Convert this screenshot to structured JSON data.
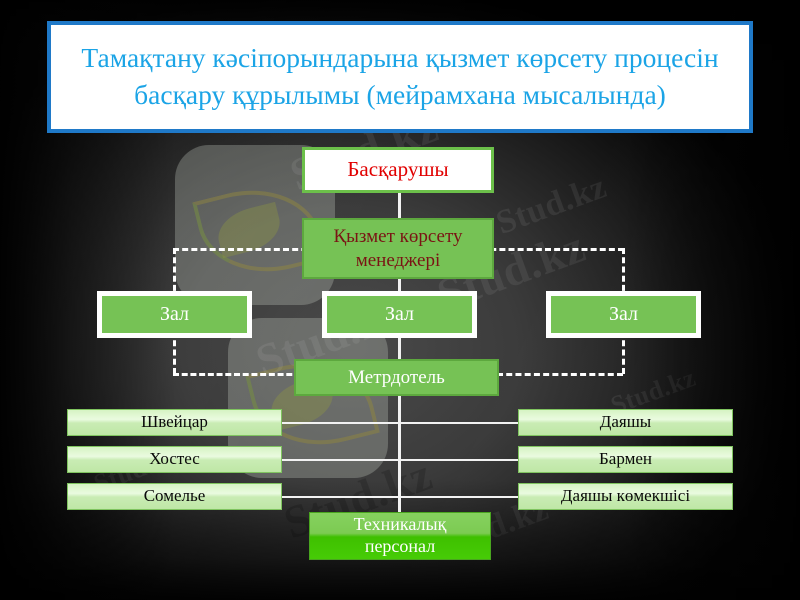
{
  "slide": {
    "title": "Тамақтану кәсіпорындарына қызмет көрсету процесін басқару құрылымы (мейрамхана мысалында)",
    "watermark_text": "Stud.kz",
    "watermark_text_long": "Stud.kz - Stud.kz",
    "colors": {
      "title_text": "#1ba4e6",
      "title_border": "#1f79c8",
      "title_bg": "#ffffff",
      "node_green": "#76c255",
      "node_green_border": "#5da83e",
      "root_text": "#e10000",
      "manager_text": "#7a1414",
      "chip_text": "#0a0a0a",
      "connector": "#f2f2f2",
      "background": "#3b3b3b"
    }
  },
  "chart_data": {
    "type": "diagram",
    "title": "Тамақтану кәсіпорындарына қызмет көрсету процесін басқару құрылымы (мейрамхана мысалында)",
    "nodes": [
      {
        "id": "root",
        "label": "Басқарушы",
        "level": 0,
        "style": "white-box-red-text"
      },
      {
        "id": "manager",
        "label": "Қызмет көрсету менеджері",
        "level": 1,
        "style": "green-box"
      },
      {
        "id": "hall_l",
        "label": "Зал",
        "level": 2,
        "style": "green-white-border"
      },
      {
        "id": "hall_c",
        "label": "Зал",
        "level": 2,
        "style": "green-white-border"
      },
      {
        "id": "hall_r",
        "label": "Зал",
        "level": 2,
        "style": "green-white-border"
      },
      {
        "id": "metr",
        "label": "Метрдотель",
        "level": 3,
        "style": "green-box"
      },
      {
        "id": "left_1",
        "label": "Швейцар",
        "level": 4,
        "style": "pale-chip"
      },
      {
        "id": "left_2",
        "label": "Хостес",
        "level": 4,
        "style": "pale-chip"
      },
      {
        "id": "left_3",
        "label": "Сомелье",
        "level": 4,
        "style": "pale-chip"
      },
      {
        "id": "right_1",
        "label": "Даяшы",
        "level": 4,
        "style": "pale-chip"
      },
      {
        "id": "right_2",
        "label": "Бармен",
        "level": 4,
        "style": "pale-chip"
      },
      {
        "id": "right_3",
        "label": "Даяшы көмекшісі",
        "level": 4,
        "style": "pale-chip"
      },
      {
        "id": "tech",
        "label": "Техникалық персонал",
        "level": 5,
        "style": "bright-green-box"
      }
    ],
    "edges": [
      {
        "from": "root",
        "to": "manager",
        "style": "solid"
      },
      {
        "from": "manager",
        "to": "hall_c",
        "style": "solid"
      },
      {
        "from": "manager",
        "to": "hall_l",
        "style": "dashed"
      },
      {
        "from": "manager",
        "to": "hall_r",
        "style": "dashed"
      },
      {
        "from": "hall_c",
        "to": "metr",
        "style": "solid"
      },
      {
        "from": "hall_l",
        "to": "metr",
        "style": "dashed"
      },
      {
        "from": "hall_r",
        "to": "metr",
        "style": "dashed"
      },
      {
        "from": "metr",
        "to": "left_1",
        "style": "solid"
      },
      {
        "from": "metr",
        "to": "left_2",
        "style": "solid"
      },
      {
        "from": "metr",
        "to": "left_3",
        "style": "solid"
      },
      {
        "from": "metr",
        "to": "right_1",
        "style": "solid"
      },
      {
        "from": "metr",
        "to": "right_2",
        "style": "solid"
      },
      {
        "from": "metr",
        "to": "right_3",
        "style": "solid"
      },
      {
        "from": "metr",
        "to": "tech",
        "style": "solid"
      }
    ]
  },
  "nodes": {
    "root": "Басқарушы",
    "manager_line1": "Қызмет көрсету",
    "manager_line2": "менеджері",
    "hall_left": "Зал",
    "hall_center": "Зал",
    "hall_right": "Зал",
    "metrdotel": "Метрдотель",
    "left": [
      "Швейцар",
      "Хостес",
      "Сомелье"
    ],
    "right": [
      "Даяшы",
      "Бармен",
      "Даяшы көмекшісі"
    ],
    "tech_line1": "Техникалық",
    "tech_line2": "персонал"
  }
}
